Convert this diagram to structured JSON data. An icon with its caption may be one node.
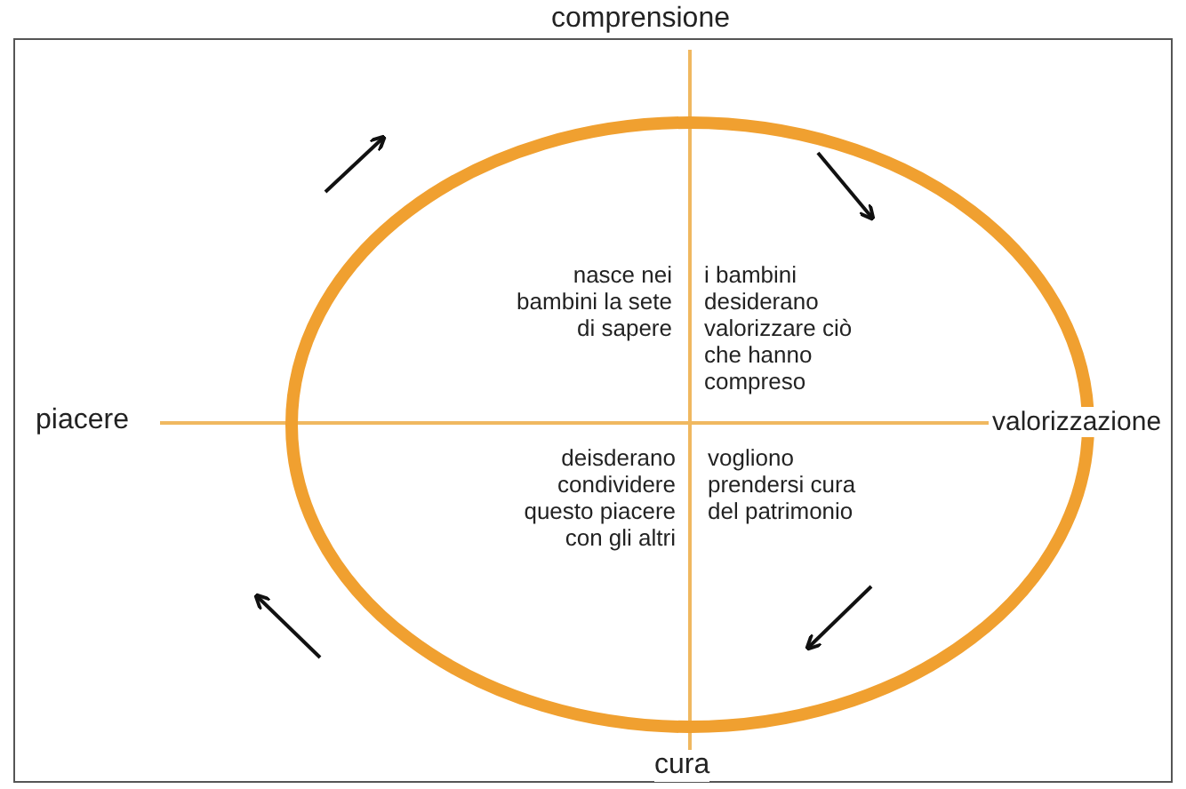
{
  "diagram": {
    "labels": [
      "comprensione",
      "nasce nei bambini la sete di sapere",
      "i bambini desiderano valorizzare ciò che hanno compreso",
      "piacere",
      "valorizzazione",
      "deisderano condividere questo piacere con gli altri",
      "vogliono prendersi cura del patrimonio",
      "cura"
    ]
  }
}
